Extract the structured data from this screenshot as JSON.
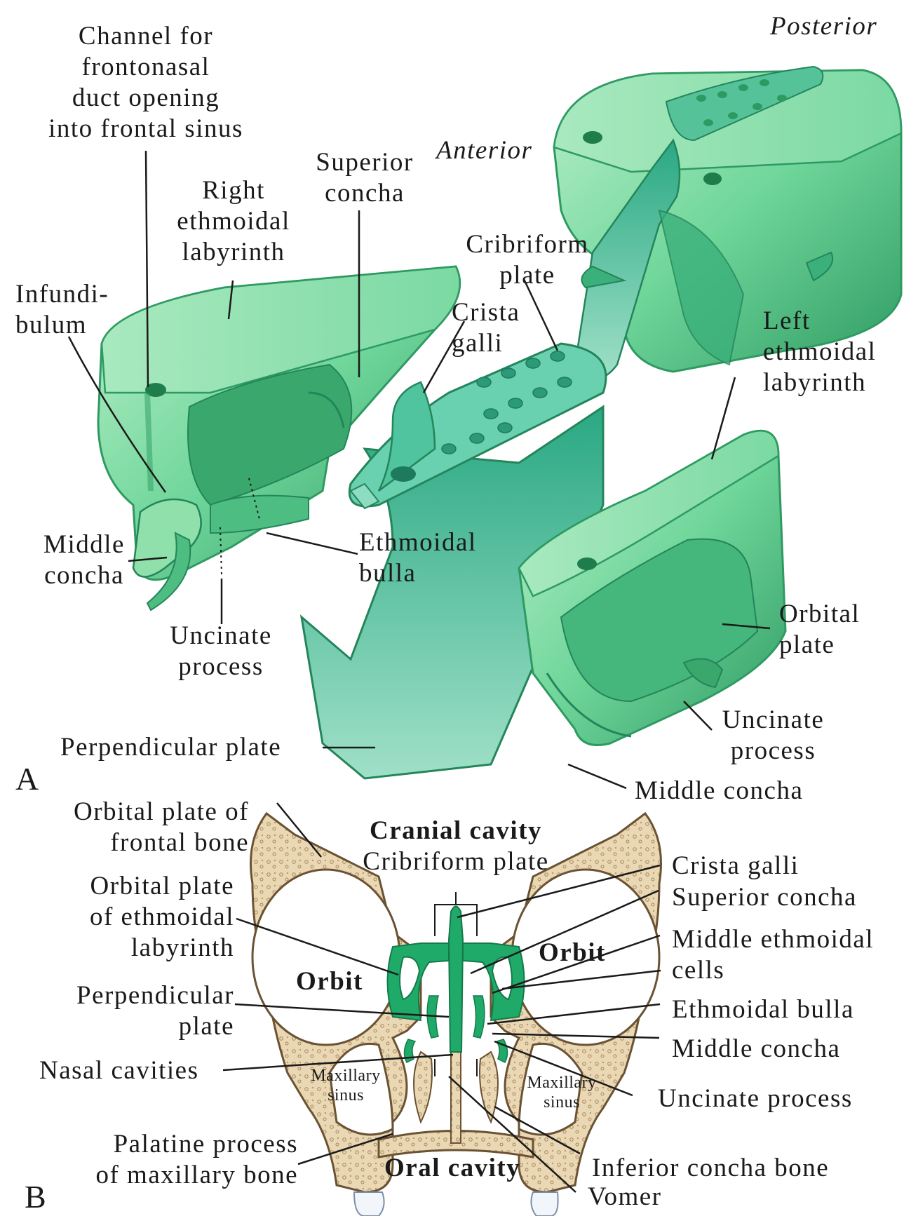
{
  "panels": {
    "a": "A",
    "b": "B"
  },
  "part_a": {
    "posterior": "Posterior",
    "anterior": "Anterior",
    "channel_frontonasal": "Channel for\nfrontonasal\nduct opening\ninto frontal sinus",
    "superior_concha": "Superior\nconcha",
    "right_ethmoidal_labyrinth": "Right\nethmoidal\nlabyrinth",
    "cribriform_plate": "Cribriform\nplate",
    "infundibulum": "Infundi-\nbulum",
    "crista_galli": "Crista\ngalli",
    "left_ethmoidal_labyrinth": "Left\nethmoidal\nlabyrinth",
    "middle_concha_left": "Middle\nconcha",
    "ethmoidal_bulla": "Ethmoidal\nbulla",
    "uncinate_process_left": "Uncinate\nprocess",
    "orbital_plate": "Orbital\nplate",
    "uncinate_process_right": "Uncinate\nprocess",
    "perpendicular_plate": "Perpendicular plate",
    "middle_concha_right": "Middle concha"
  },
  "part_b": {
    "orbital_plate_frontal": "Orbital plate of\nfrontal bone",
    "cranial_cavity": "Cranial cavity",
    "cribriform_plate": "Cribriform plate",
    "crista_galli": "Crista galli",
    "orbital_plate_ethmoidal": "Orbital plate\nof ethmoidal\nlabyrinth",
    "superior_concha": "Superior concha",
    "middle_ethmoidal_cells": "Middle ethmoidal\ncells",
    "orbit_left": "Orbit",
    "orbit_right": "Orbit",
    "perpendicular_plate": "Perpendicular\nplate",
    "ethmoidal_bulla": "Ethmoidal bulla",
    "middle_concha": "Middle concha",
    "nasal_cavities": "Nasal cavities",
    "maxillary_sinus_left": "Maxillary\nsinus",
    "maxillary_sinus_right": "Maxillary\nsinus",
    "uncinate_process": "Uncinate process",
    "palatine_process": "Palatine process\nof maxillary bone",
    "oral_cavity": "Oral cavity",
    "inferior_concha_bone": "Inferior concha bone",
    "vomer": "Vomer"
  },
  "colors": {
    "bone_green": "#5fcf8c",
    "bone_green_dark": "#2e9a62",
    "plate_teal": "#3fbf9a",
    "ethmoid_section": "#1faa6a",
    "bone_tan": "#e6d2ae",
    "bone_outline": "#6b5233",
    "leader": "#1a1a1a"
  }
}
